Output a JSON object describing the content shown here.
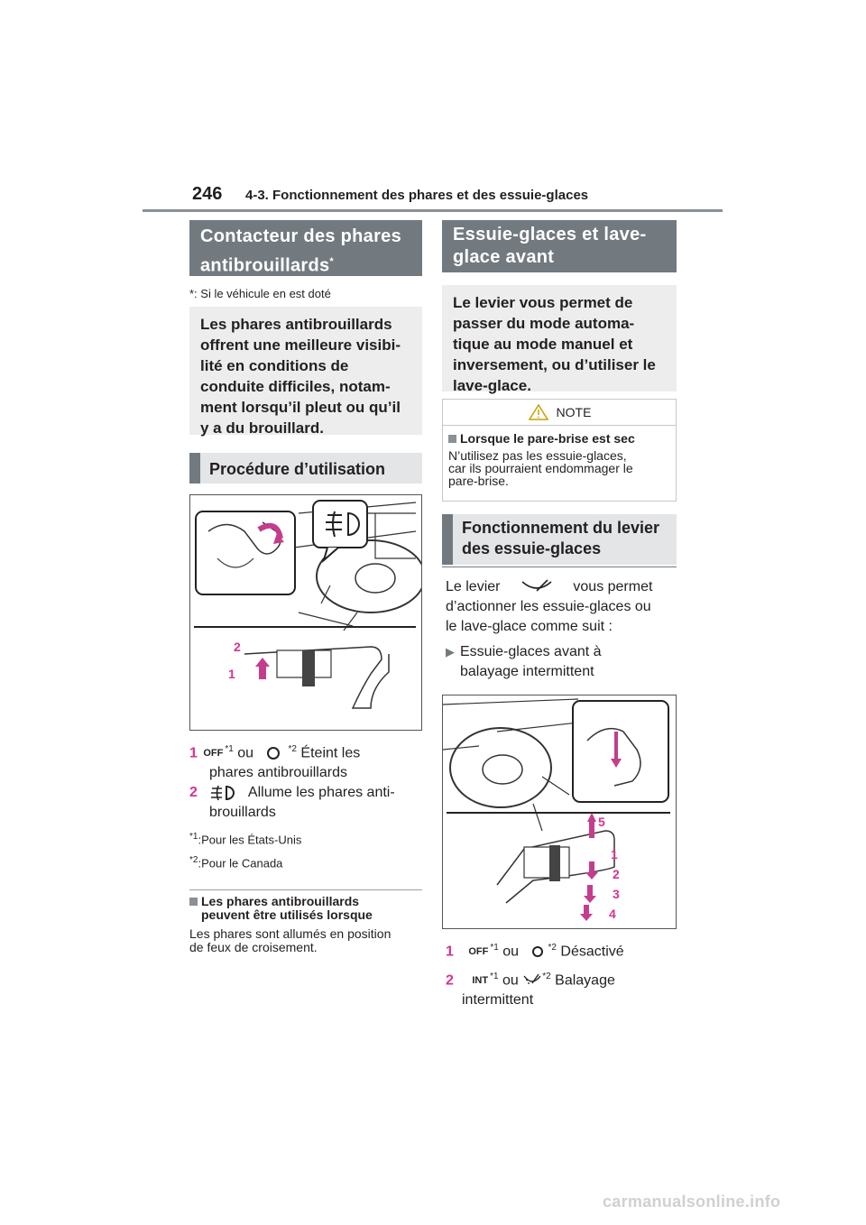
{
  "header": {
    "page_number": "246",
    "chapter": "4-3. Fonctionnement des phares et des essuie-glaces"
  },
  "left": {
    "section_title_line1": "Contacteur des phares",
    "section_title_line2": "antibrouillards",
    "section_title_mark": "*",
    "footnote_star": "*: Si le véhicule en est doté",
    "intro": [
      "Les phares antibrouillards",
      "offrent une meilleure visibi-",
      "lité en conditions de",
      "conduite difficiles, notam-",
      "ment lorsqu’il pleut ou qu’il",
      "y a du brouillard."
    ],
    "procedure_title": "Procédure d’utilisation",
    "figure_labels": {
      "two": "2",
      "one": "1"
    },
    "item1": {
      "num": "1",
      "key": "OFF",
      "sup1": "*1",
      "ou": "ou",
      "sup2": "*2",
      "text1": "Éteint les",
      "text2": "phares antibrouillards"
    },
    "item2": {
      "num": "2",
      "text1": "Allume les phares anti-",
      "text2": "brouillards"
    },
    "fn1": {
      "mark": "*1",
      "text": ":Pour les États-Unis"
    },
    "fn2": {
      "mark": "*2",
      "text": ":Pour le Canada"
    },
    "sub_title_line1": "Les phares antibrouillards",
    "sub_title_line2": "peuvent être utilisés lorsque",
    "sub_text_line1": "Les phares sont allumés en position",
    "sub_text_line2": "de feux de croisement."
  },
  "right": {
    "section_title_line1": "Essuie-glaces et lave-",
    "section_title_line2": "glace avant",
    "intro": [
      "Le levier vous permet de",
      "passer du mode automa-",
      "tique au mode manuel et",
      "inversement, ou d’utiliser le",
      "lave-glace."
    ],
    "note": {
      "header": "NOTE",
      "title": "Lorsque le pare-brise est sec",
      "text": [
        "N’utilisez pas les essuie-glaces,",
        "car ils pourraient endommager le",
        "pare-brise."
      ]
    },
    "subsection_title_line1": "Fonctionnement du levier",
    "subsection_title_line2": "des essuie-glaces",
    "para": {
      "a": "Le levier",
      "b": "vous permet",
      "c": "d’actionner les essuie-glaces ou",
      "d": "le lave-glace comme suit :"
    },
    "bullet_line1": "Essuie-glaces avant à",
    "bullet_line2": "balayage intermittent",
    "figure_labels": {
      "five": "5",
      "one": "1",
      "two": "2",
      "three": "3",
      "four": "4"
    },
    "item1": {
      "num": "1",
      "key": "OFF",
      "sup1": "*1",
      "ou": "ou",
      "sup2": "*2",
      "text": "Désactivé"
    },
    "item2": {
      "num": "2",
      "key": "INT",
      "sup1": "*1",
      "ou": "ou",
      "sup2": "*2",
      "text1": "Balayage",
      "text2": "intermittent"
    }
  },
  "footer": {
    "watermark": "carmanualsonline.info"
  },
  "colors": {
    "accent_pink": "#d6338f",
    "header_gray": "#727a80"
  }
}
